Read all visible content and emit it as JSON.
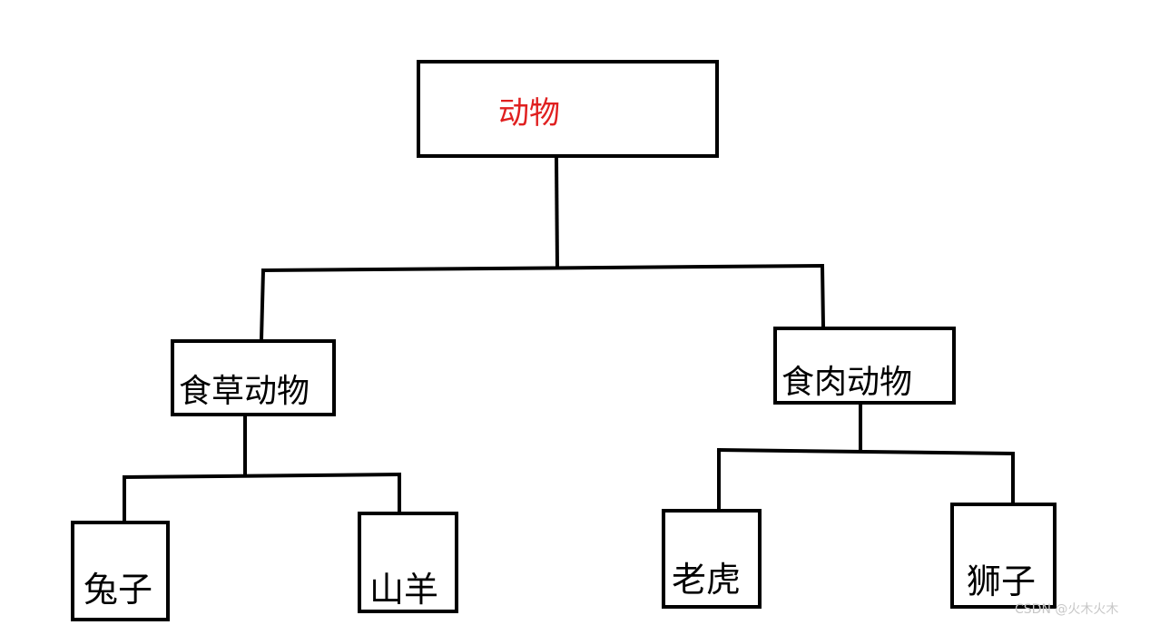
{
  "diagram": {
    "type": "tree",
    "root": {
      "label": "动物",
      "color": "#e02020",
      "children": [
        {
          "label": "食草动物",
          "children": [
            {
              "label": "兔子"
            },
            {
              "label": "山羊"
            }
          ]
        },
        {
          "label": "食肉动物",
          "children": [
            {
              "label": "老虎"
            },
            {
              "label": "狮子"
            }
          ]
        }
      ]
    }
  },
  "watermark": "CSDN @火木火木"
}
